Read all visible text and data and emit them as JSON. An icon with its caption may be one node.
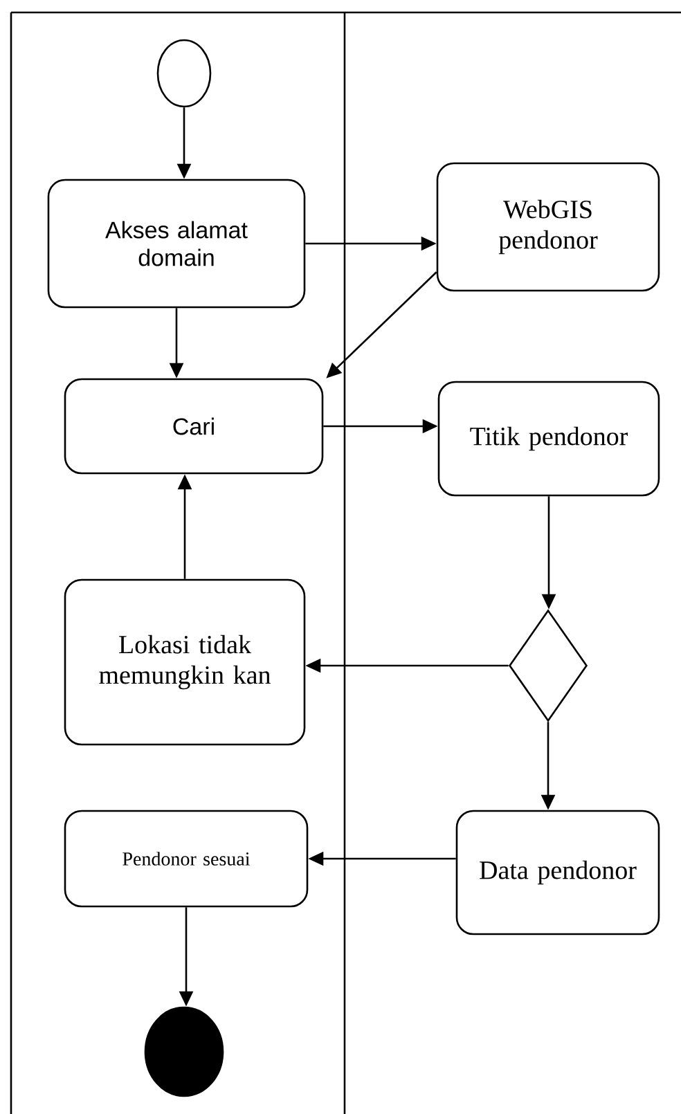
{
  "diagram": {
    "nodes": [
      {
        "text": [],
        "shape": "circle"
      },
      {
        "text": [
          "Akses alamat domain"
        ]
      },
      {
        "text": [
          "WebGIS pendonor"
        ]
      },
      {
        "text": [
          "Cari"
        ]
      },
      {
        "text": [
          "Titik pendonor"
        ]
      },
      {
        "text": [
          "Lokasi tidak memungkin kan"
        ]
      },
      {
        "text": [],
        "shape": "diamond"
      },
      {
        "text": [
          "Pendonor sesuai"
        ]
      },
      {
        "text": [
          "Data pendonor"
        ]
      },
      {
        "text": [],
        "shape": "circle"
      }
    ],
    "edges": [
      {
        "from": 0,
        "to": 1,
        "arrow": "to"
      },
      {
        "from": 1,
        "to": 2,
        "arrow": "to"
      },
      {
        "from": 1,
        "to": 3,
        "arrow": "to"
      },
      {
        "from": 2,
        "to": 3,
        "arrow": "to"
      },
      {
        "from": 3,
        "to": 4,
        "arrow": "to"
      },
      {
        "from": 4,
        "to": 6,
        "arrow": "to"
      },
      {
        "from": 6,
        "to": 5,
        "arrow": "to"
      },
      {
        "from": 5,
        "to": 3,
        "arrow": "to"
      },
      {
        "from": 6,
        "to": 8,
        "arrow": "to"
      },
      {
        "from": 8,
        "to": 7,
        "arrow": "to"
      },
      {
        "from": 7,
        "to": 9,
        "arrow": "to"
      }
    ]
  }
}
